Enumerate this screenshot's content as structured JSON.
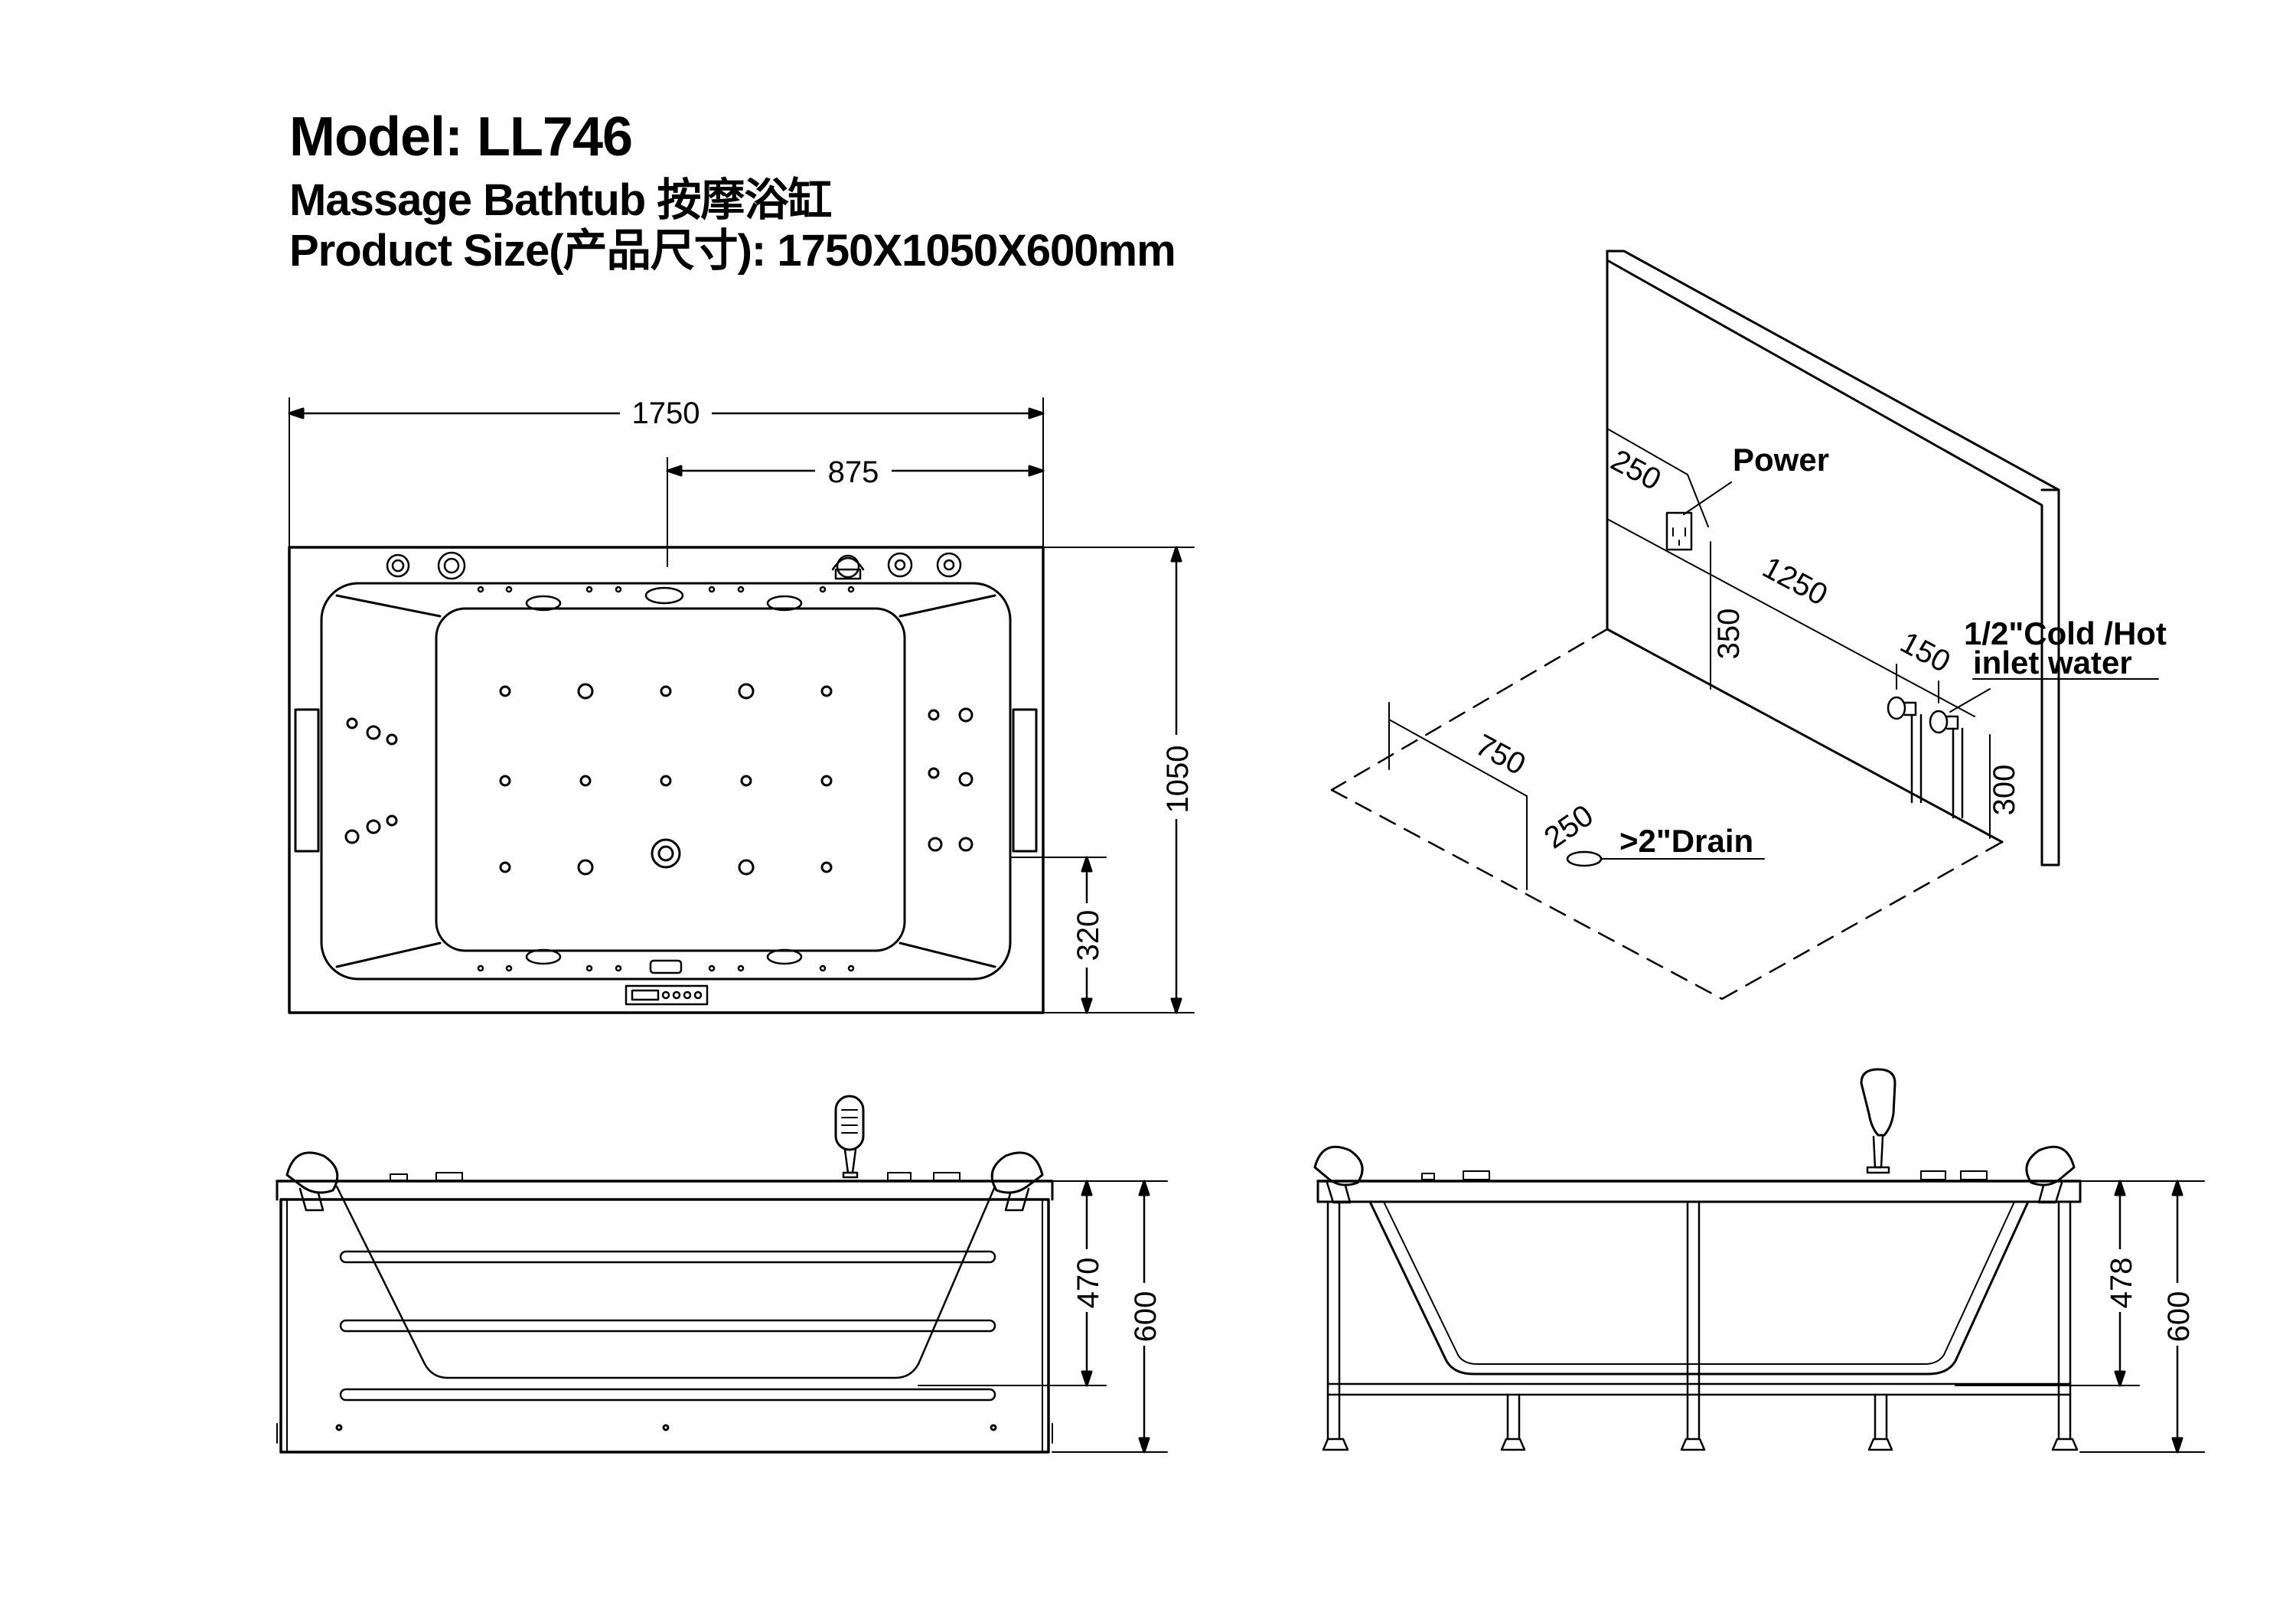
{
  "header": {
    "model": "Model: LL746",
    "name": "Massage Bathtub 按摩浴缸",
    "size": "Product Size(产品尺寸): 1750X1050X600mm"
  },
  "top_view": {
    "length": "1750",
    "half_length": "875",
    "width": "1050",
    "offset": "320"
  },
  "install_view": {
    "power_height": "250",
    "power_label": "Power",
    "wall_width": "1250",
    "socket_height": "350",
    "inlet_spacing": "150",
    "inlet_label_1": "1/2\"Cold /Hot",
    "inlet_label_2": "inlet water",
    "inlet_height": "300",
    "drain_distance": "750",
    "drain_offset": "250",
    "drain_label": ">2\"Drain"
  },
  "front_view": {
    "inner_depth": "470",
    "total_height": "600"
  },
  "side_view": {
    "inner_depth": "478",
    "total_height": "600"
  },
  "colors": {
    "line": "#000000",
    "background": "#ffffff"
  }
}
